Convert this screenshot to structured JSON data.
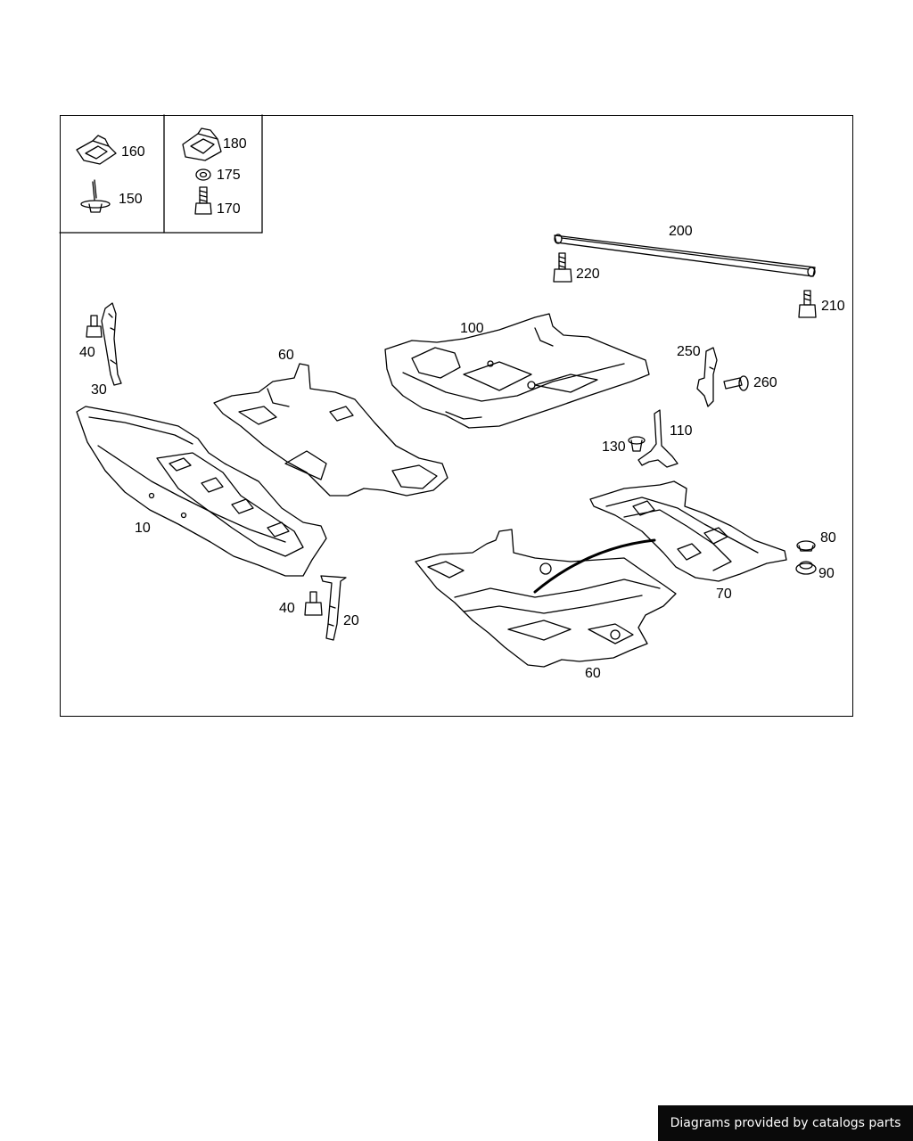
{
  "callouts": {
    "c160": "160",
    "c150": "150",
    "c180": "180",
    "c175": "175",
    "c170": "170",
    "c200": "200",
    "c220": "220",
    "c210": "210",
    "c100": "100",
    "c60_top": "60",
    "c40_top": "40",
    "c30": "30",
    "c10": "10",
    "c250": "250",
    "c260": "260",
    "c110": "110",
    "c130": "130",
    "c80": "80",
    "c90": "90",
    "c70": "70",
    "c40_bottom": "40",
    "c20": "20",
    "c60_bottom": "60"
  },
  "attribution": "Diagrams provided by catalogs parts",
  "colors": {
    "line": "#000000",
    "background": "#ffffff",
    "attribution_bg": "#0a0a0a",
    "attribution_text": "#ffffff"
  }
}
